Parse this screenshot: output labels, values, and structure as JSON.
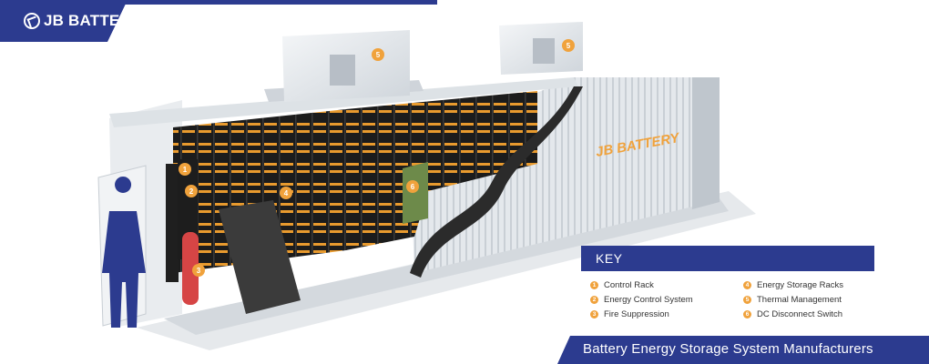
{
  "brand": {
    "logo_text": "JB BATTERY",
    "container_logo_text": "JB BATTERY",
    "primary_color": "#2c3b8f",
    "accent_color": "#f0a23c"
  },
  "callouts": {
    "c1": "1",
    "c2": "2",
    "c3": "3",
    "c4": "4",
    "c5a": "5",
    "c5b": "5",
    "c6": "6"
  },
  "key": {
    "title": "KEY",
    "items": [
      {
        "num": "1",
        "label": "Control Rack"
      },
      {
        "num": "4",
        "label": "Energy Storage Racks"
      },
      {
        "num": "2",
        "label": "Energy Control System"
      },
      {
        "num": "5",
        "label": "Thermal Management"
      },
      {
        "num": "3",
        "label": "Fire Suppression"
      },
      {
        "num": "6",
        "label": "DC Disconnect Switch"
      }
    ]
  },
  "footer": {
    "caption": "Battery Energy Storage System Manufacturers"
  }
}
